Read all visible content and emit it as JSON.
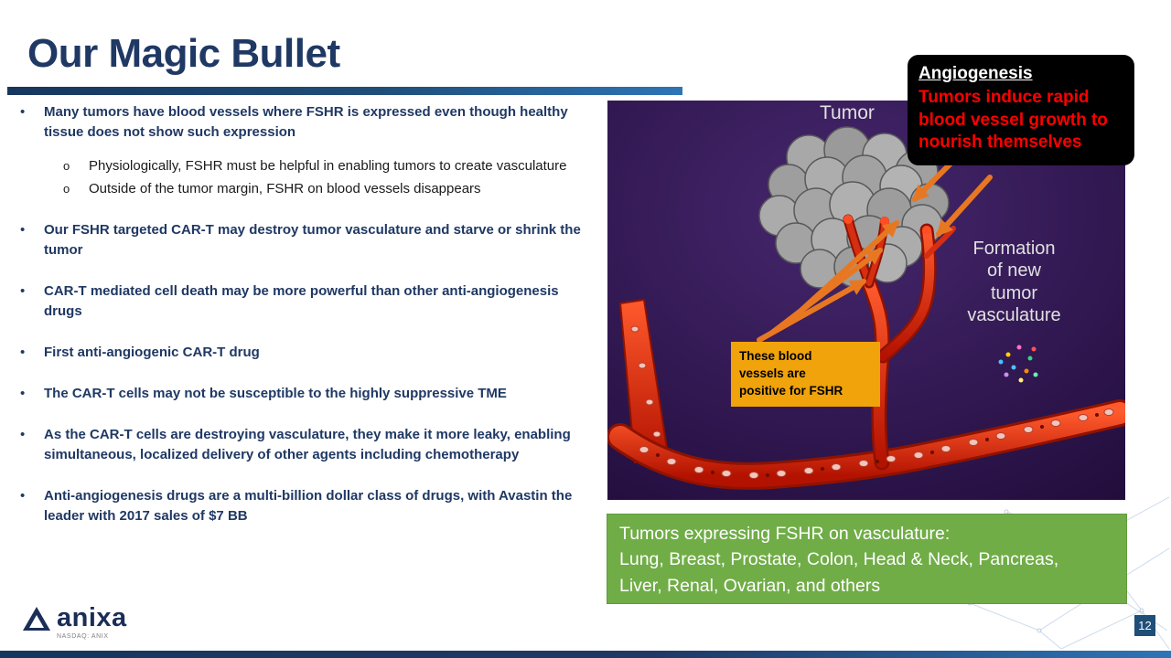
{
  "title": "Our Magic Bullet",
  "markers": {
    "bullet": "•",
    "sub": "o"
  },
  "bullets": [
    {
      "text": "Many tumors have blood vessels where FSHR is expressed even though healthy tissue does not show such expression",
      "subs": [
        "Physiologically, FSHR must be helpful in enabling tumors to create vasculature",
        "Outside of the tumor margin, FSHR on blood vessels disappears"
      ]
    },
    {
      "text": "Our FSHR targeted CAR-T may destroy tumor vasculature and starve or shrink the tumor"
    },
    {
      "text": "CAR-T mediated cell death may be more powerful than other anti-angiogenesis drugs"
    },
    {
      "text": "First anti-angiogenic CAR-T drug"
    },
    {
      "text": "The CAR-T cells may not be susceptible to the highly suppressive TME"
    },
    {
      "text": "As the CAR-T cells are destroying vasculature, they make it more leaky, enabling simultaneous, localized delivery of other agents including chemotherapy"
    },
    {
      "text": "Anti-angiogenesis drugs are a multi-billion dollar class of drugs, with Avastin the leader with 2017 sales of $7 BB"
    }
  ],
  "callout": {
    "title": "Angiogenesis",
    "body": "Tumors induce rapid\nblood vessel growth to\nnourish themselves"
  },
  "diagram": {
    "tumor_label": "Tumor",
    "formation_label": "Formation\nof new\ntumor\nvasculature",
    "fshr_box": "These blood\nvessels are\npositive for FSHR"
  },
  "green_box": {
    "text": "Tumors expressing FSHR on vasculature:\nLung, Breast, Prostate, Colon, Head & Neck, Pancreas,\nLiver, Renal, Ovarian, and others"
  },
  "logo": {
    "brand": "anixa",
    "ticker": "NASDAQ: ANIX"
  },
  "page_number": "12",
  "colors": {
    "navy": "#1F3864",
    "accent_blue": "#2E74B5",
    "callout_red": "#FF0000",
    "arrow_orange": "#E87722",
    "fshr_box_orange": "#F0A30A",
    "green": "#70AD47",
    "diagram_purple": "#2B1548"
  }
}
